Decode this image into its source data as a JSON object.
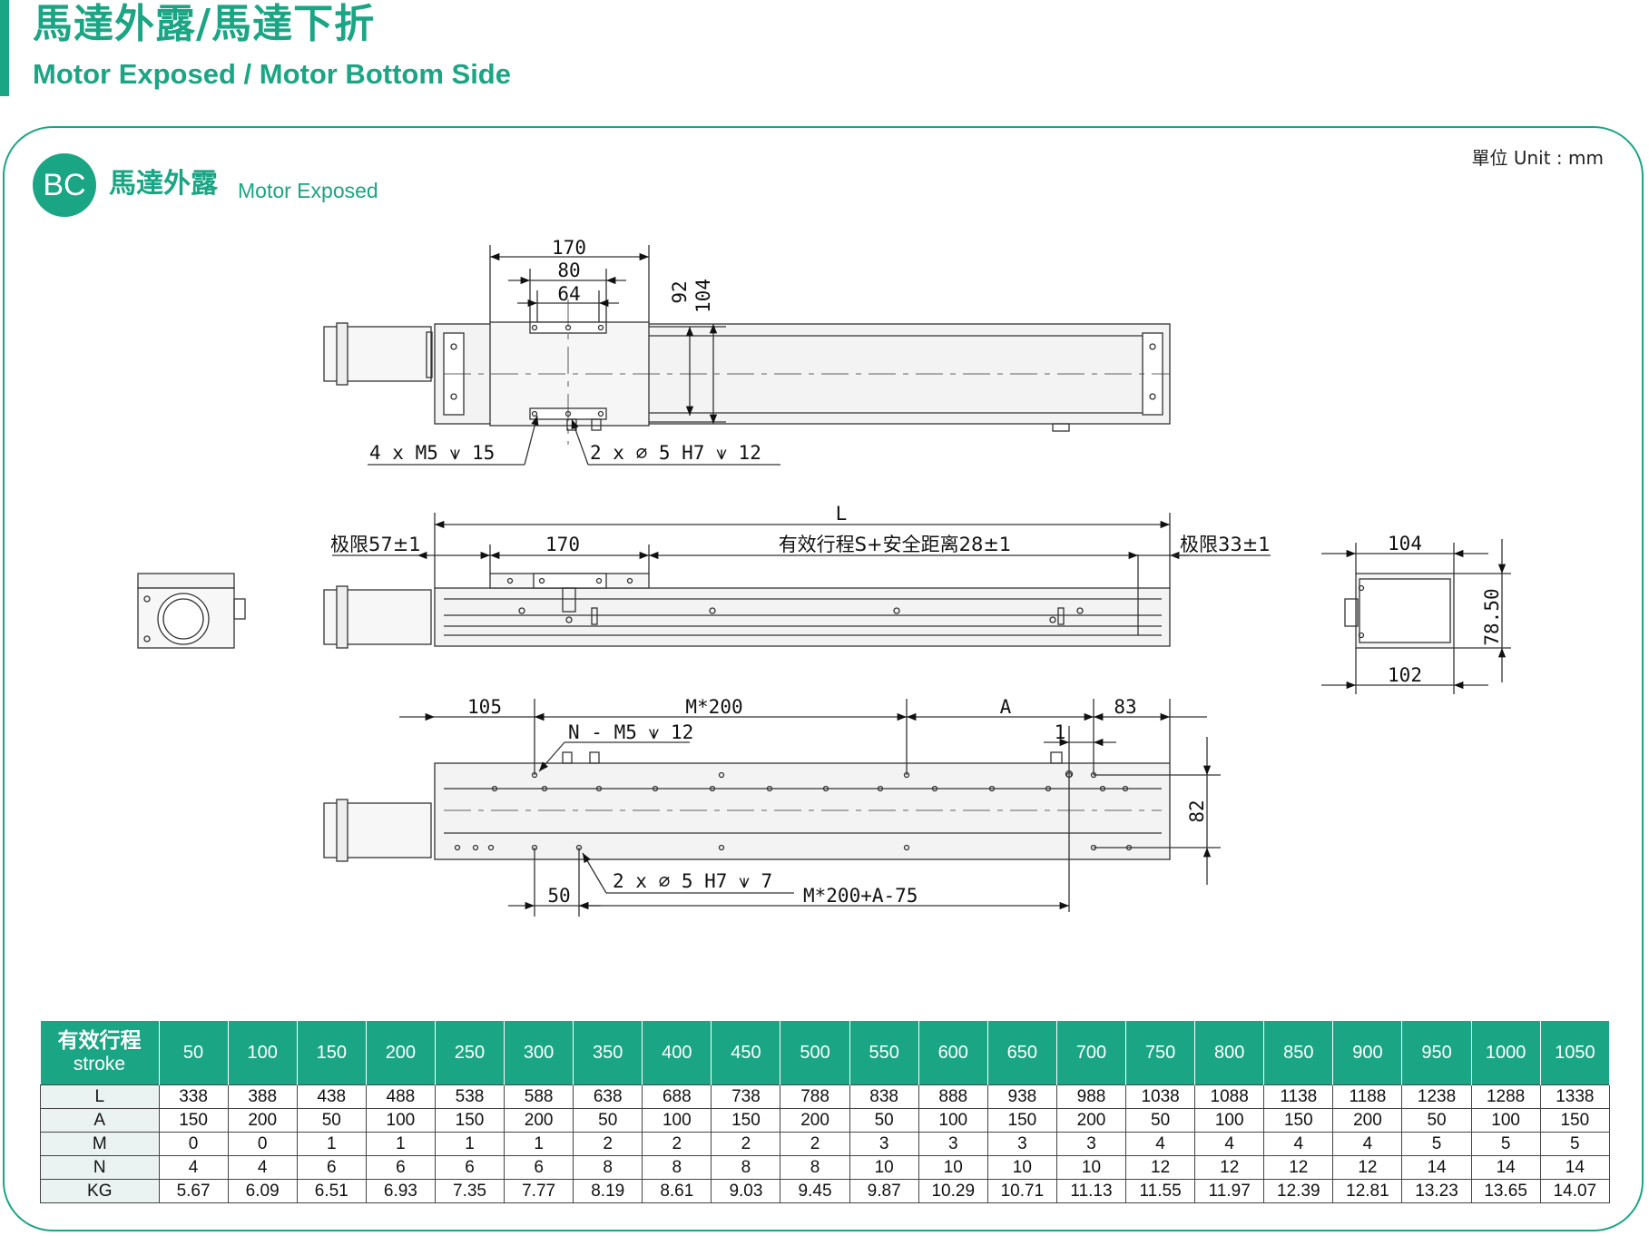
{
  "header": {
    "title_cn": "馬達外露/馬達下折",
    "title_en": "Motor Exposed / Motor Bottom Side"
  },
  "section": {
    "badge": "BC",
    "title_cn": "馬達外露",
    "title_en": "Motor Exposed",
    "unit": "單位 Unit : mm"
  },
  "top_view": {
    "dim_170": "170",
    "dim_80": "80",
    "dim_64": "64",
    "dim_92": "92",
    "dim_104": "104",
    "note_holes": "4 x  M5 ⩛ 15",
    "note_pins": "2 x ∅ 5 H7 ⩛ 12"
  },
  "side_view": {
    "dim_L": "L",
    "limit_left": "极限57±1",
    "dim_170": "170",
    "stroke_note": "有效行程S+安全距离28±1",
    "limit_right": "极限33±1"
  },
  "end_view": {
    "dim_104": "104",
    "dim_102": "102",
    "dim_7850": "78.50"
  },
  "bottom_view": {
    "dim_105": "105",
    "dim_m200": "M*200",
    "dim_A": "A",
    "dim_83": "83",
    "dim_1": "1",
    "note_holes": "N - M5 ⩛ 12",
    "dim_82": "82",
    "dim_50": "50",
    "note_pins": "2 x ∅ 5 H7 ⩛ 7",
    "dim_m200a": "M*200+A-75"
  },
  "table": {
    "header_cn": "有效行程",
    "header_en": "stroke",
    "strokes": [
      "50",
      "100",
      "150",
      "200",
      "250",
      "300",
      "350",
      "400",
      "450",
      "500",
      "550",
      "600",
      "650",
      "700",
      "750",
      "800",
      "850",
      "900",
      "950",
      "1000",
      "1050"
    ],
    "rows": [
      {
        "label": "L",
        "values": [
          "338",
          "388",
          "438",
          "488",
          "538",
          "588",
          "638",
          "688",
          "738",
          "788",
          "838",
          "888",
          "938",
          "988",
          "1038",
          "1088",
          "1138",
          "1188",
          "1238",
          "1288",
          "1338"
        ]
      },
      {
        "label": "A",
        "values": [
          "150",
          "200",
          "50",
          "100",
          "150",
          "200",
          "50",
          "100",
          "150",
          "200",
          "50",
          "100",
          "150",
          "200",
          "50",
          "100",
          "150",
          "200",
          "50",
          "100",
          "150"
        ]
      },
      {
        "label": "M",
        "values": [
          "0",
          "0",
          "1",
          "1",
          "1",
          "1",
          "2",
          "2",
          "2",
          "2",
          "3",
          "3",
          "3",
          "3",
          "4",
          "4",
          "4",
          "4",
          "5",
          "5",
          "5"
        ]
      },
      {
        "label": "N",
        "values": [
          "4",
          "4",
          "6",
          "6",
          "6",
          "6",
          "8",
          "8",
          "8",
          "8",
          "10",
          "10",
          "10",
          "10",
          "12",
          "12",
          "12",
          "12",
          "14",
          "14",
          "14"
        ]
      },
      {
        "label": "KG",
        "values": [
          "5.67",
          "6.09",
          "6.51",
          "6.93",
          "7.35",
          "7.77",
          "8.19",
          "8.61",
          "9.03",
          "9.45",
          "9.87",
          "10.29",
          "10.71",
          "11.13",
          "11.55",
          "11.97",
          "12.39",
          "12.81",
          "13.23",
          "13.65",
          "14.07"
        ]
      }
    ]
  },
  "colors": {
    "accent": "#1aa584",
    "line": "#333333",
    "fill_gray": "#f3f3f3"
  }
}
